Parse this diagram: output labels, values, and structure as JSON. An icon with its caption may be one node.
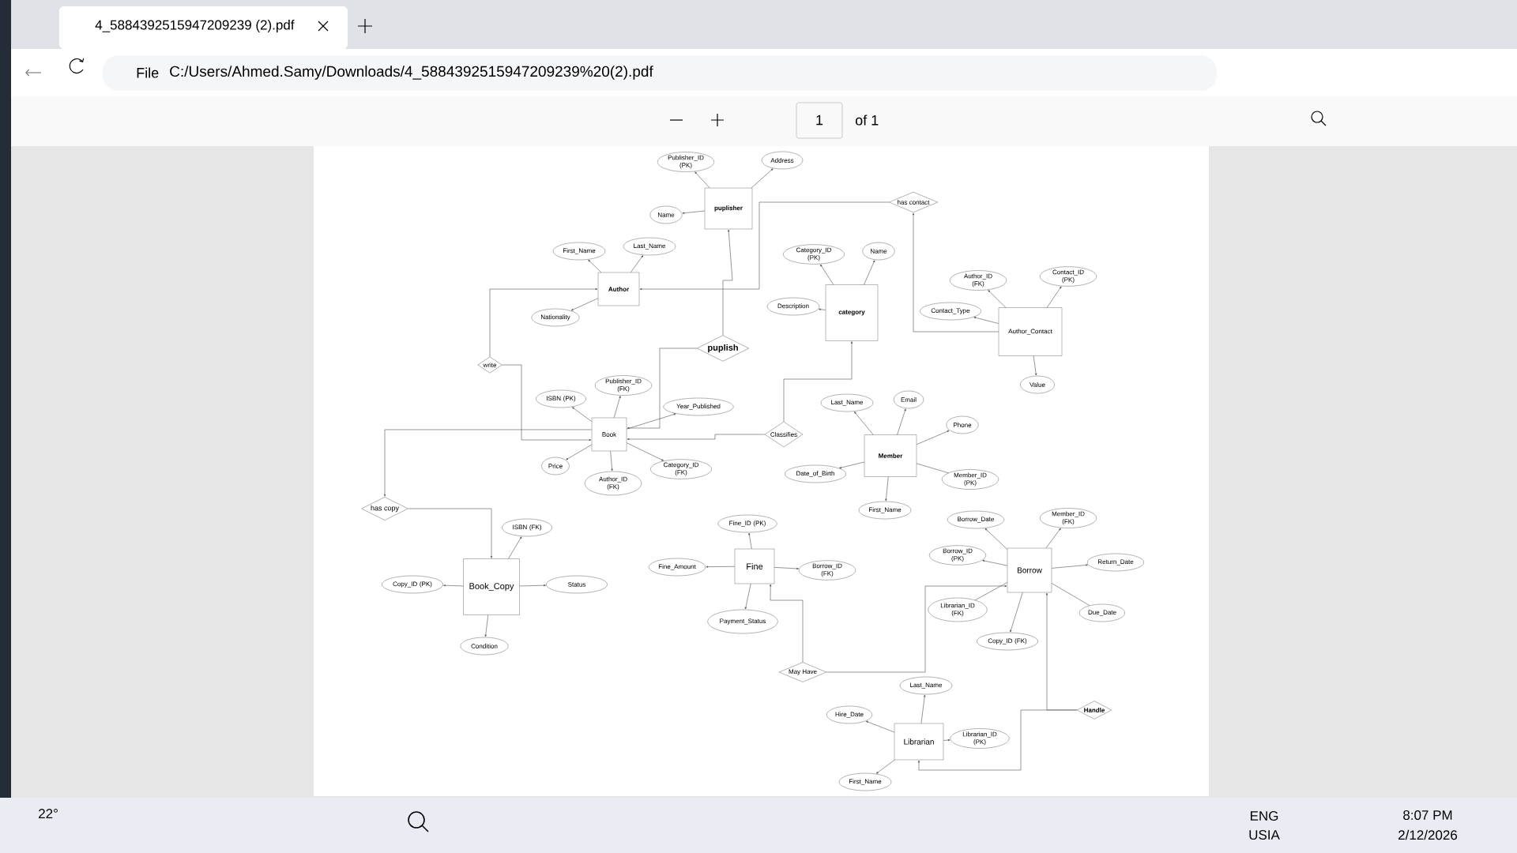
{
  "diagram": {
    "nodes": [
      {
        "text": [
          "puplisher"
        ]
      },
      {
        "text": [
          "Publisher_ID (PK)"
        ]
      },
      {
        "text": [
          "Address"
        ]
      },
      {
        "text": [
          "Name"
        ]
      },
      {
        "text": [
          "has contact"
        ]
      },
      {
        "text": [
          "First_Name"
        ]
      },
      {
        "text": [
          "Last_Name"
        ]
      },
      {
        "text": [
          "Author"
        ]
      },
      {
        "text": [
          "Nationality"
        ]
      },
      {
        "text": [
          "Category_ID (PK)"
        ]
      },
      {
        "text": [
          "Name"
        ]
      },
      {
        "text": [
          "Description"
        ]
      },
      {
        "text": [
          "category"
        ]
      },
      {
        "text": [
          "Author_ID (FK)"
        ]
      },
      {
        "text": [
          "Contact_ID (PK)"
        ]
      },
      {
        "text": [
          "Contact_Type"
        ]
      },
      {
        "text": [
          "Author_Contact"
        ]
      },
      {
        "text": [
          "Value"
        ]
      },
      {
        "text": [
          "puplish"
        ]
      },
      {
        "text": [
          "write"
        ]
      },
      {
        "text": [
          "ISBN (PK)"
        ]
      },
      {
        "text": [
          "Publisher_ID (FK)"
        ]
      },
      {
        "text": [
          "Year_Published"
        ]
      },
      {
        "text": [
          "Book"
        ]
      },
      {
        "text": [
          "Classifies"
        ]
      },
      {
        "text": [
          "Price"
        ]
      },
      {
        "text": [
          "Author_ID (FK)"
        ]
      },
      {
        "text": [
          "Category_ID (FK)"
        ]
      },
      {
        "text": [
          "Last_Name"
        ]
      },
      {
        "text": [
          "Email"
        ]
      },
      {
        "text": [
          "Phone"
        ]
      },
      {
        "text": [
          "Member"
        ]
      },
      {
        "text": [
          "Date_of_Birth"
        ]
      },
      {
        "text": [
          "Member_ID (PK)"
        ]
      },
      {
        "text": [
          "First_Name"
        ]
      },
      {
        "text": [
          "has copy"
        ]
      },
      {
        "text": [
          "ISBN (FK)"
        ]
      },
      {
        "text": [
          "Fine_ID (PK)"
        ]
      },
      {
        "text": [
          "Book_Copy"
        ]
      },
      {
        "text": [
          "Copy_ID (PK)"
        ]
      },
      {
        "text": [
          "Status"
        ]
      },
      {
        "text": [
          "Fine_Amount"
        ]
      },
      {
        "text": [
          "Fine"
        ]
      },
      {
        "text": [
          "Borrow_ID (FK)"
        ]
      },
      {
        "text": [
          "Payment_Status"
        ]
      },
      {
        "text": [
          "Condition"
        ]
      },
      {
        "text": [
          "Borrow_Date"
        ]
      },
      {
        "text": [
          "Member_ID (FK)"
        ]
      },
      {
        "text": [
          "Borrow_ID (PK)"
        ]
      },
      {
        "text": [
          "Return_Date"
        ]
      },
      {
        "text": [
          "Borrow"
        ]
      },
      {
        "text": [
          "Librarian_ID (FK)"
        ]
      },
      {
        "text": [
          "Copy_ID (FK)"
        ]
      },
      {
        "text": [
          "Due_Date"
        ]
      },
      {
        "text": [
          "May Have"
        ]
      },
      {
        "text": [
          "Last_Name"
        ]
      },
      {
        "text": [
          "Handle"
        ]
      },
      {
        "text": [
          "Hire_Date"
        ]
      },
      {
        "text": [
          "Librarian"
        ]
      },
      {
        "text": [
          "Librarian_ID (PK)"
        ]
      },
      {
        "text": [
          "First_Name"
        ]
      }
    ],
    "edges": [
      {
        "from": 0,
        "to": 1,
        "arrow": "to"
      },
      {
        "from": 0,
        "to": 2,
        "arrow": "to"
      },
      {
        "from": 0,
        "to": 3,
        "arrow": "to"
      },
      {
        "from": 7,
        "to": 5,
        "arrow": "to"
      },
      {
        "from": 7,
        "to": 6,
        "arrow": "to"
      },
      {
        "from": 7,
        "to": 8,
        "arrow": "to"
      },
      {
        "from": 12,
        "to": 9,
        "arrow": "to"
      },
      {
        "from": 12,
        "to": 10,
        "arrow": "to"
      },
      {
        "from": 12,
        "to": 11,
        "arrow": "to"
      },
      {
        "from": 16,
        "to": 13,
        "arrow": "to"
      },
      {
        "from": 16,
        "to": 14,
        "arrow": "to"
      },
      {
        "from": 16,
        "to": 15,
        "arrow": "to"
      },
      {
        "from": 16,
        "to": 17,
        "arrow": "to"
      },
      {
        "from": 23,
        "to": 20,
        "arrow": "to"
      },
      {
        "from": 23,
        "to": 21,
        "arrow": "to"
      },
      {
        "from": 23,
        "to": 22,
        "arrow": "to"
      },
      {
        "from": 23,
        "to": 25,
        "arrow": "to"
      },
      {
        "from": 23,
        "to": 26,
        "arrow": "to"
      },
      {
        "from": 23,
        "to": 27,
        "arrow": "to"
      },
      {
        "from": 31,
        "to": 28,
        "arrow": "to"
      },
      {
        "from": 31,
        "to": 29,
        "arrow": "to"
      },
      {
        "from": 31,
        "to": 30,
        "arrow": "to"
      },
      {
        "from": 31,
        "to": 32,
        "arrow": "to"
      },
      {
        "from": 31,
        "to": 33,
        "arrow": "none"
      },
      {
        "from": 31,
        "to": 34,
        "arrow": "to"
      },
      {
        "from": 38,
        "to": 36,
        "arrow": "to"
      },
      {
        "from": 38,
        "to": 39,
        "arrow": "to"
      },
      {
        "from": 38,
        "to": 40,
        "arrow": "to"
      },
      {
        "from": 38,
        "to": 45,
        "arrow": "to"
      },
      {
        "from": 42,
        "to": 37,
        "arrow": "to"
      },
      {
        "from": 42,
        "to": 41,
        "arrow": "to"
      },
      {
        "from": 42,
        "to": 43,
        "arrow": "to"
      },
      {
        "from": 42,
        "to": 44,
        "arrow": "to"
      },
      {
        "from": 50,
        "to": 46,
        "arrow": "to"
      },
      {
        "from": 50,
        "to": 47,
        "arrow": "to"
      },
      {
        "from": 50,
        "to": 48,
        "arrow": "to"
      },
      {
        "from": 50,
        "to": 49,
        "arrow": "to"
      },
      {
        "from": 50,
        "to": 51,
        "arrow": "none"
      },
      {
        "from": 50,
        "to": 52,
        "arrow": "to"
      },
      {
        "from": 50,
        "to": 53,
        "arrow": "none"
      },
      {
        "from": 58,
        "to": 55,
        "arrow": "to"
      },
      {
        "from": 58,
        "to": 57,
        "arrow": "to"
      },
      {
        "from": 58,
        "to": 59,
        "arrow": "to"
      },
      {
        "from": 58,
        "to": 60,
        "arrow": "to"
      },
      {
        "from": 18,
        "to": 0,
        "arrow": "to"
      },
      {
        "from": 18,
        "to": 23,
        "arrow": "to"
      },
      {
        "from": 19,
        "to": 7,
        "arrow": "to"
      },
      {
        "from": 19,
        "to": 23,
        "arrow": "to"
      },
      {
        "from": 4,
        "to": 7,
        "arrow": "to"
      },
      {
        "from": 16,
        "to": 4,
        "arrow": "to"
      },
      {
        "from": 24,
        "to": 12,
        "arrow": "to"
      },
      {
        "from": 24,
        "to": 23,
        "arrow": "to"
      },
      {
        "from": 23,
        "to": 35,
        "arrow": "to"
      },
      {
        "from": 35,
        "to": 38,
        "arrow": "to"
      },
      {
        "from": 54,
        "to": 42,
        "arrow": "to"
      },
      {
        "from": 54,
        "to": 50,
        "arrow": "to"
      },
      {
        "from": 56,
        "to": 50,
        "arrow": "to"
      },
      {
        "from": 56,
        "to": 58,
        "arrow": "to"
      }
    ],
    "labels": [
      "4_5884392515947209239 (2).pdf",
      "File",
      "C:/Users/Ahmed.Samy/Downloads/4_5884392515947209239%20(2).pdf",
      "1",
      "of 1",
      "22°",
      "ENG",
      "USIA",
      "8:07 PM",
      "2/12/2026"
    ]
  }
}
